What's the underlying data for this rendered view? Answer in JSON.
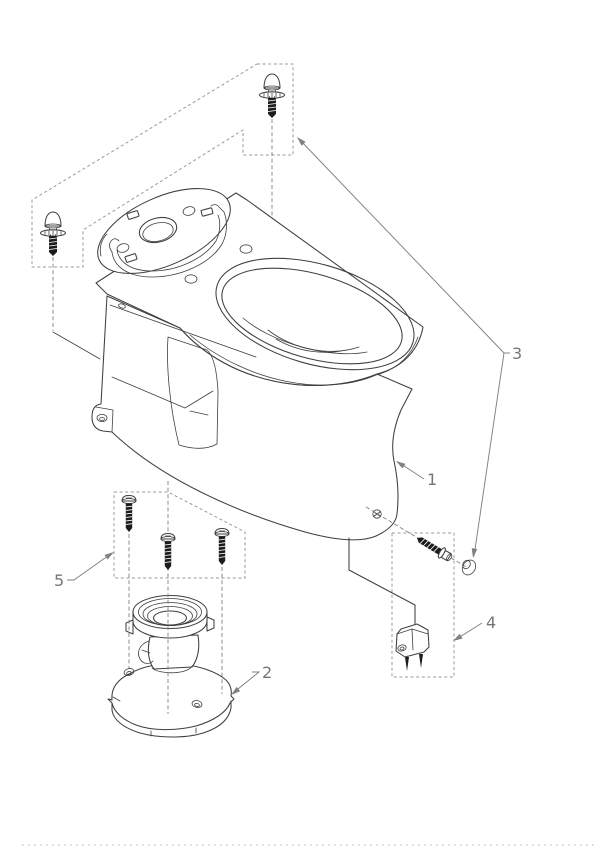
{
  "diagram": {
    "type": "exploded-parts-line-drawing",
    "background": "#ffffff",
    "callouts": [
      {
        "label": "1",
        "target": "bowl-illustration"
      },
      {
        "label": "2",
        "target": "floor-flange-illustration"
      },
      {
        "label": "3",
        "target": "cap-and-screw-fasteners"
      },
      {
        "label": "4",
        "target": "anchor-clip-illustration"
      },
      {
        "label": "5",
        "target": "flange-screw-set"
      }
    ],
    "colors": {
      "artwork_line": "#3f3f3f",
      "leader_line": "#818181",
      "label_text": "#767676",
      "dashed_box": "#9a9a9a",
      "fastener_fill": "#1c1c1c",
      "footer_rule": "#cdc1b6"
    }
  }
}
